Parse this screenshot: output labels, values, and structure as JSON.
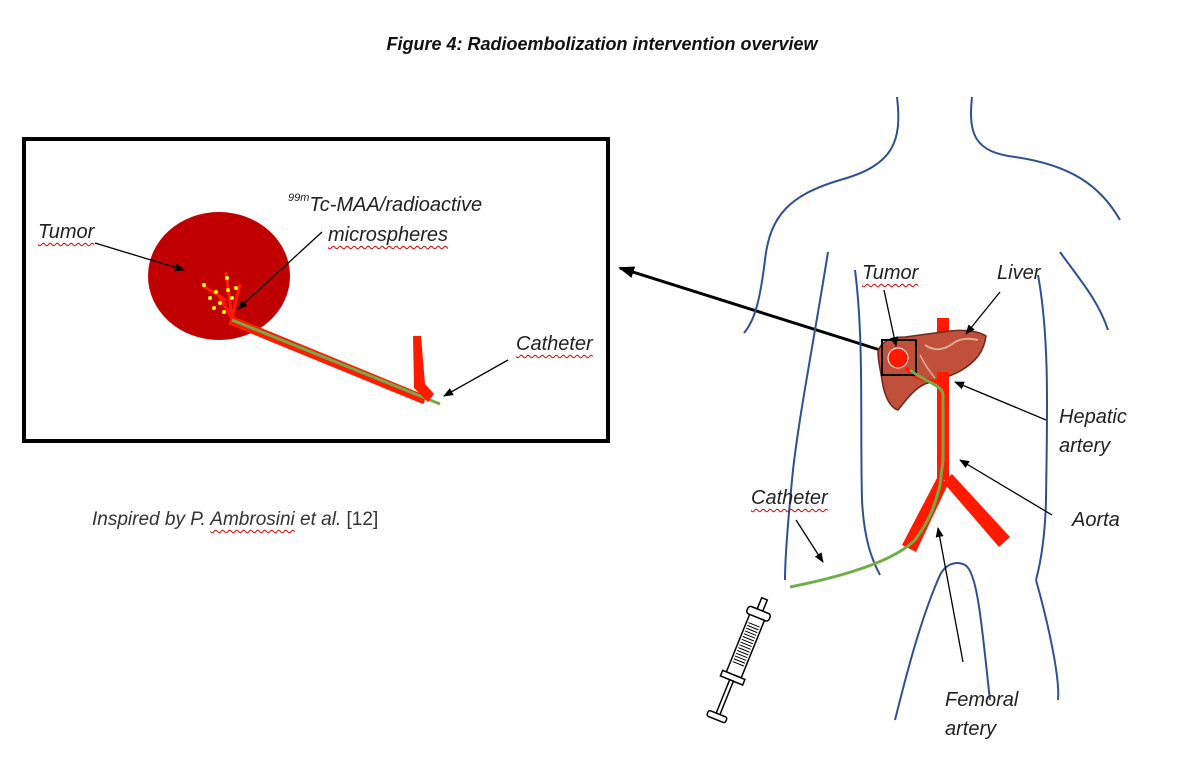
{
  "title": "Figure 4: Radioembolization intervention overview",
  "inset": {
    "tumor_label": "Tumor",
    "isotope_superscript": "99m",
    "tracer_line1": "Tc-MAA/radioactive",
    "tracer_line2": "microspheres",
    "catheter_label": "Catheter"
  },
  "body": {
    "tumor_label": "Tumor",
    "liver_label": "Liver",
    "hepatic_line1": "Hepatic",
    "hepatic_line2": "artery",
    "aorta_label": "Aorta",
    "catheter_label": "Catheter",
    "femoral_line1": "Femoral",
    "femoral_line2": "artery"
  },
  "credit": {
    "prefix": "Inspired by P. ",
    "author": "Ambrosini",
    "suffix": " et al. ",
    "ref": "[12]"
  },
  "colors": {
    "artery": "#ff1a00",
    "tumor_disc": "#c00000",
    "catheter": "#70ad47",
    "body_outline": "#2f4f8f",
    "liver": "#c0503a",
    "microsphere": "#ffff00"
  },
  "icons": [
    "syringe-icon",
    "liver-icon",
    "tumor-icon",
    "microsphere-dots"
  ]
}
